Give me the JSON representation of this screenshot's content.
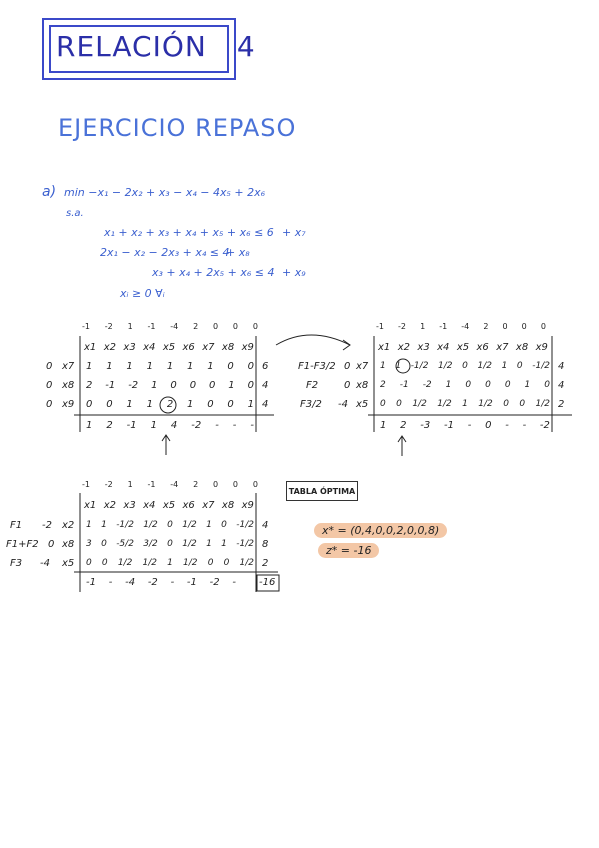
{
  "header": {
    "title": "RELACIÓN",
    "number": "4",
    "subtitle": "EJERCICIO REPASO"
  },
  "problem": {
    "label": "a)",
    "objective": "min  −x₁ − 2x₂ + x₃ − x₄ − 4x₅ + 2x₆",
    "st": "s.a.",
    "c1": "x₁ + x₂ + x₃ + x₄ + x₅ + x₆  ≤ 6",
    "c1_slack": "+ x₇",
    "c2": "2x₁ − x₂ − 2x₃ + x₄  ≤ 4",
    "c2_slack": "+ x₈",
    "c3": "x₃ + x₄ + 2x₅ + x₆  ≤ 4",
    "c3_slack": "+ x₉",
    "c4": "xᵢ ≥ 0  ∀ᵢ"
  },
  "tableaus": {
    "costs": [
      "-1",
      "-2",
      "1",
      "-1",
      "-4",
      "2",
      "0",
      "0",
      "0"
    ],
    "headers": [
      "x1",
      "x2",
      "x3",
      "x4",
      "x5",
      "x6",
      "x7",
      "x8",
      "x9"
    ],
    "t1": {
      "rows": [
        {
          "cb": "0",
          "basis": "x7",
          "vals": [
            "1",
            "1",
            "1",
            "1",
            "1",
            "1",
            "1",
            "0",
            "0"
          ],
          "rhs": "6"
        },
        {
          "cb": "0",
          "basis": "x8",
          "vals": [
            "2",
            "-1",
            "-2",
            "1",
            "0",
            "0",
            "0",
            "1",
            "0"
          ],
          "rhs": "4"
        },
        {
          "cb": "0",
          "basis": "x9",
          "vals": [
            "0",
            "0",
            "1",
            "1",
            "2",
            "1",
            "0",
            "0",
            "1"
          ],
          "rhs": "4"
        }
      ],
      "reduced": [
        "1",
        "2",
        "-1",
        "1",
        "4",
        "-2",
        "-",
        "-",
        "-"
      ]
    },
    "t2": {
      "ops": [
        "F1-F3/2",
        "F2",
        "F3/2"
      ],
      "rows": [
        {
          "cb": "0",
          "basis": "x7",
          "vals": [
            "1",
            "1",
            "-1/2",
            "1/2",
            "0",
            "1/2",
            "1",
            "0",
            "-1/2"
          ],
          "rhs": "4"
        },
        {
          "cb": "0",
          "basis": "x8",
          "vals": [
            "2",
            "-1",
            "-2",
            "1",
            "0",
            "0",
            "0",
            "1",
            "0"
          ],
          "rhs": "4"
        },
        {
          "cb": "-4",
          "basis": "x5",
          "vals": [
            "0",
            "0",
            "1/2",
            "1/2",
            "1",
            "1/2",
            "0",
            "0",
            "1/2"
          ],
          "rhs": "2"
        }
      ],
      "reduced": [
        "1",
        "2",
        "-3",
        "-1",
        "-",
        "0",
        "-",
        "-",
        "-2"
      ]
    },
    "t3": {
      "ops": [
        "F1",
        "F1+F2",
        "F3"
      ],
      "rows": [
        {
          "cb": "-2",
          "basis": "x2",
          "vals": [
            "1",
            "1",
            "-1/2",
            "1/2",
            "0",
            "1/2",
            "1",
            "0",
            "-1/2"
          ],
          "rhs": "4"
        },
        {
          "cb": "0",
          "basis": "x8",
          "vals": [
            "3",
            "0",
            "-5/2",
            "3/2",
            "0",
            "1/2",
            "1",
            "1",
            "-1/2"
          ],
          "rhs": "8"
        },
        {
          "cb": "-4",
          "basis": "x5",
          "vals": [
            "0",
            "0",
            "1/2",
            "1/2",
            "1",
            "1/2",
            "0",
            "0",
            "1/2"
          ],
          "rhs": "2"
        }
      ],
      "reduced": [
        "-1",
        "-",
        "-4",
        "-2",
        "-",
        "-1",
        "-2",
        "-",
        ""
      ],
      "z": "-16"
    }
  },
  "result": {
    "optimal_label": "TABLA ÓPTIMA",
    "x_opt": "x* = (0,4,0,0,2,0,0,8)",
    "z_opt": "z* = -16"
  },
  "colors": {
    "title_blue": "#2b2fa8",
    "subtitle_blue": "#4a72d8",
    "problem_blue": "#3a5fcf",
    "highlight": "#f3c7a6"
  }
}
